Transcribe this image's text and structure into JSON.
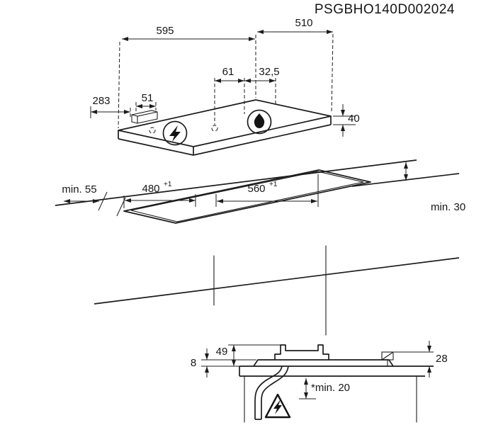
{
  "document": {
    "code": "PSGBHO140D002024"
  },
  "top_view": {
    "width_mm": "595",
    "depth_mm": "510",
    "burner_offset_a_mm": "61",
    "burner_offset_b_mm": "32,5",
    "connection_offset_mm": "283",
    "connection_width_mm": "51",
    "hob_height_mm": "40"
  },
  "cutout_view": {
    "left_clearance": "min. 55",
    "cutout_depth_mm": "480",
    "cutout_depth_tolerance": "+1",
    "cutout_width_mm": "560",
    "cutout_width_tolerance": "+1",
    "rear_clearance": "min. 30"
  },
  "section_view": {
    "glass_height_mm": "8",
    "burner_height_mm": "49",
    "total_height_mm": "28",
    "bottom_clearance": "*min. 20"
  },
  "colors": {
    "line": "#1c1c1c",
    "background": "#ffffff"
  }
}
